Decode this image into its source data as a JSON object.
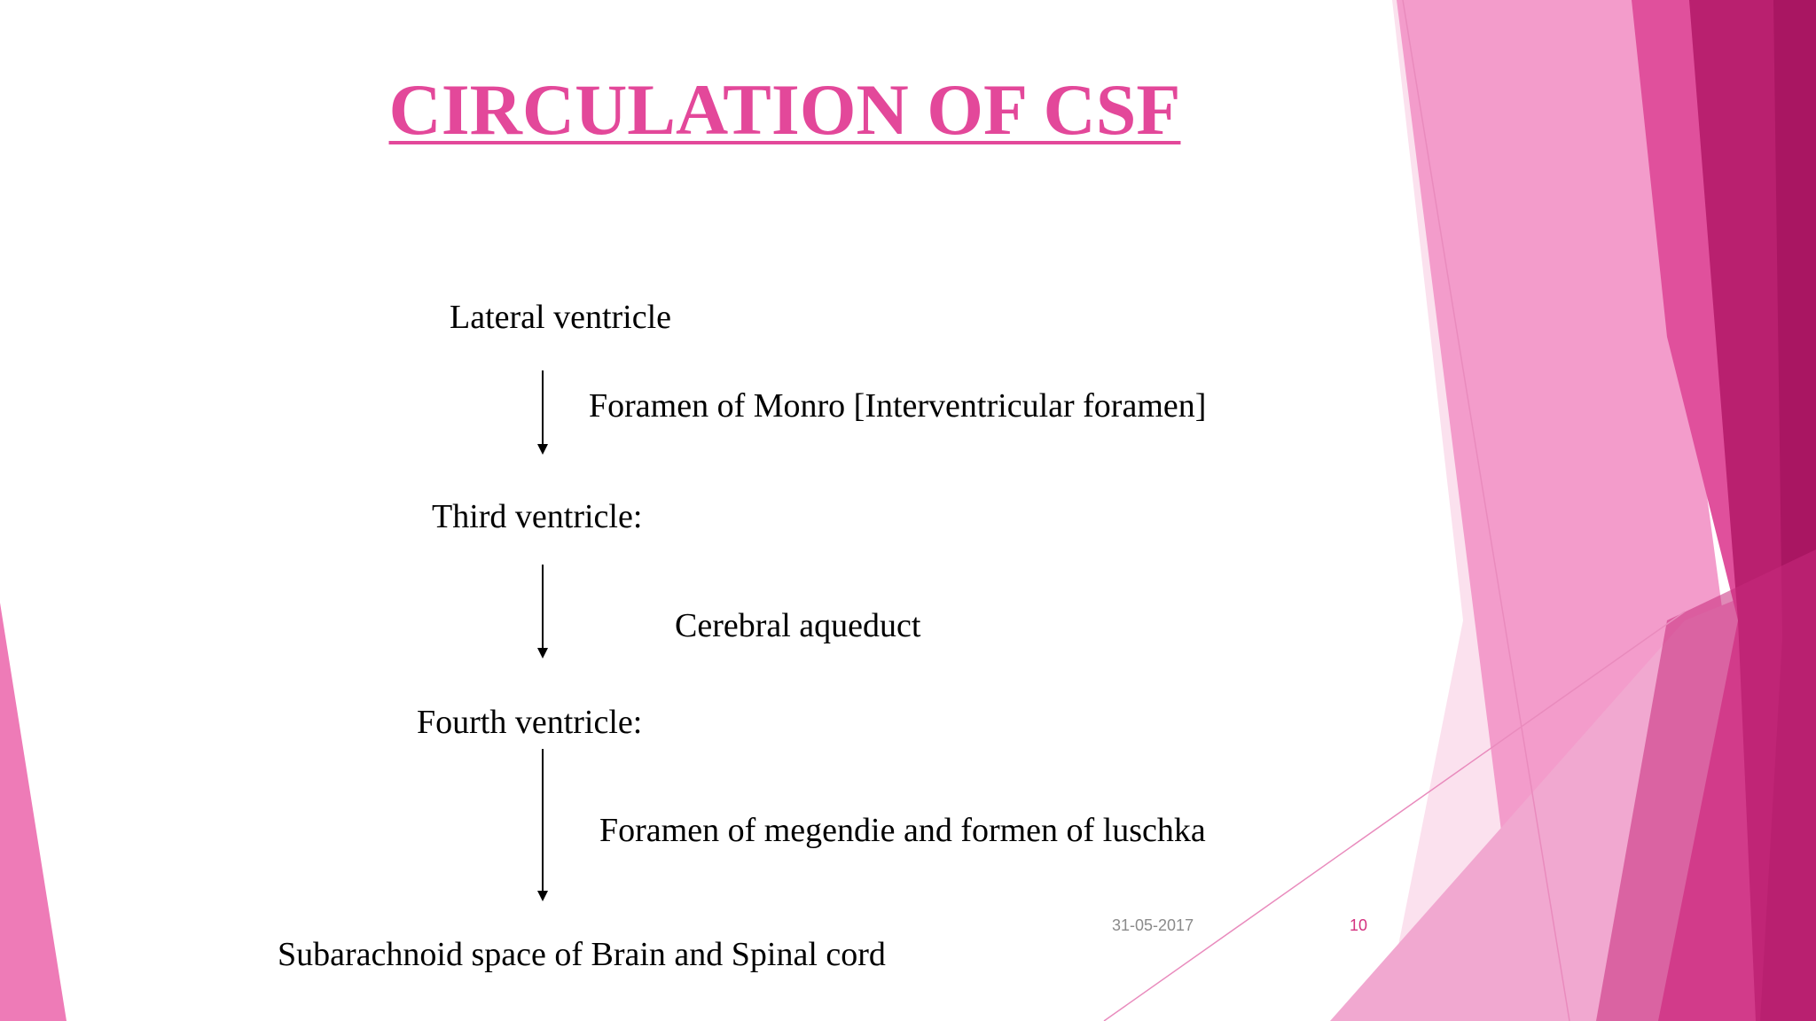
{
  "slide": {
    "title": "CIRCULATION OF CSF",
    "flow": {
      "lateral_ventricle": "Lateral ventricle",
      "foramen_monro": "Foramen of Monro [Interventricular foramen]",
      "third_ventricle": "Third ventricle:",
      "cerebral_aqueduct": "Cerebral aqueduct",
      "fourth_ventricle": "Fourth ventricle:",
      "foramen_megendie": "Foramen of megendie and formen of luschka",
      "subarachnoid_space": "Subarachnoid space of Brain and Spinal cord"
    },
    "footer": {
      "date": "31-05-2017",
      "slide_number": "10"
    }
  },
  "colors": {
    "title": "#e3489a",
    "accent_dark": "#b51a6e",
    "accent_mid": "#e84d9c",
    "accent_light": "#f4a6cf",
    "accent_pale": "#fadbeb"
  }
}
